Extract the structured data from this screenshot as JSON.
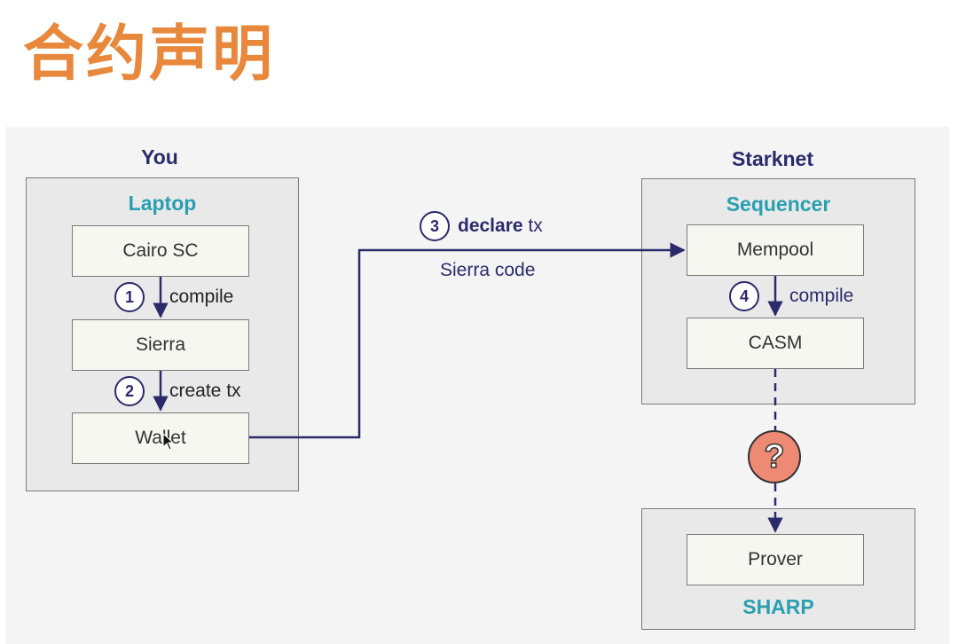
{
  "title": "合约声明",
  "you": {
    "heading": "You",
    "panel_title": "Laptop",
    "nodes": [
      "Cairo SC",
      "Sierra",
      "Wallet"
    ],
    "steps": [
      {
        "num": "1",
        "label": "compile"
      },
      {
        "num": "2",
        "label": "create tx"
      }
    ]
  },
  "transfer": {
    "num": "3",
    "label_bold": "declare",
    "label_rest": " tx",
    "sublabel": "Sierra code"
  },
  "starknet": {
    "heading": "Starknet",
    "panel_title": "Sequencer",
    "nodes": [
      "Mempool",
      "CASM"
    ],
    "step": {
      "num": "4",
      "label": "compile"
    }
  },
  "unknown": "?",
  "sharp": {
    "node": "Prover",
    "panel_title": "SHARP"
  },
  "colors": {
    "title": "#e8883c",
    "heading": "#2b2a6b",
    "panel_title": "#2a9fb0",
    "arrow": "#2b2a6b",
    "question": "#ee8a73"
  }
}
